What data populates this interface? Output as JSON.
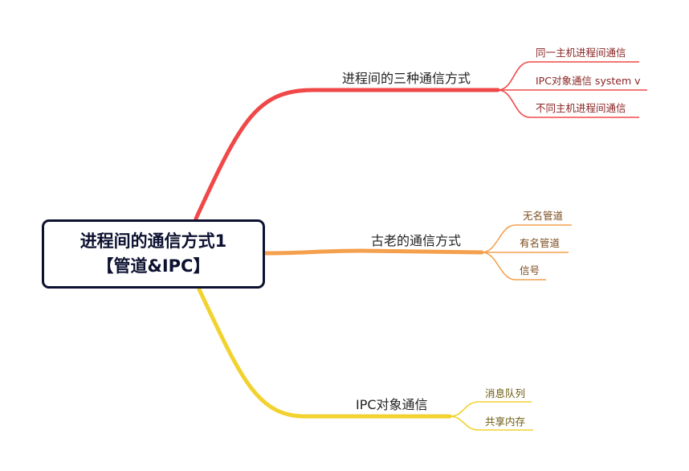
{
  "root": {
    "line1": "进程间的通信方式1",
    "line2": "【管道&IPC】"
  },
  "branches": [
    {
      "label": "进程间的三种通信方式",
      "color": "#f04848",
      "text_color": "#8a2424",
      "children": [
        "同一主机进程间通信",
        "IPC对象通信 system v",
        "不同主机进程间通信"
      ]
    },
    {
      "label": "古老的通信方式",
      "color": "#f4a04e",
      "text_color": "#7a4a1a",
      "children": [
        "无名管道",
        "有名管道",
        "信号"
      ]
    },
    {
      "label": "IPC对象通信",
      "color": "#f2d22e",
      "text_color": "#6b5a0d",
      "children": [
        "消息队列",
        "共享内存"
      ]
    }
  ]
}
